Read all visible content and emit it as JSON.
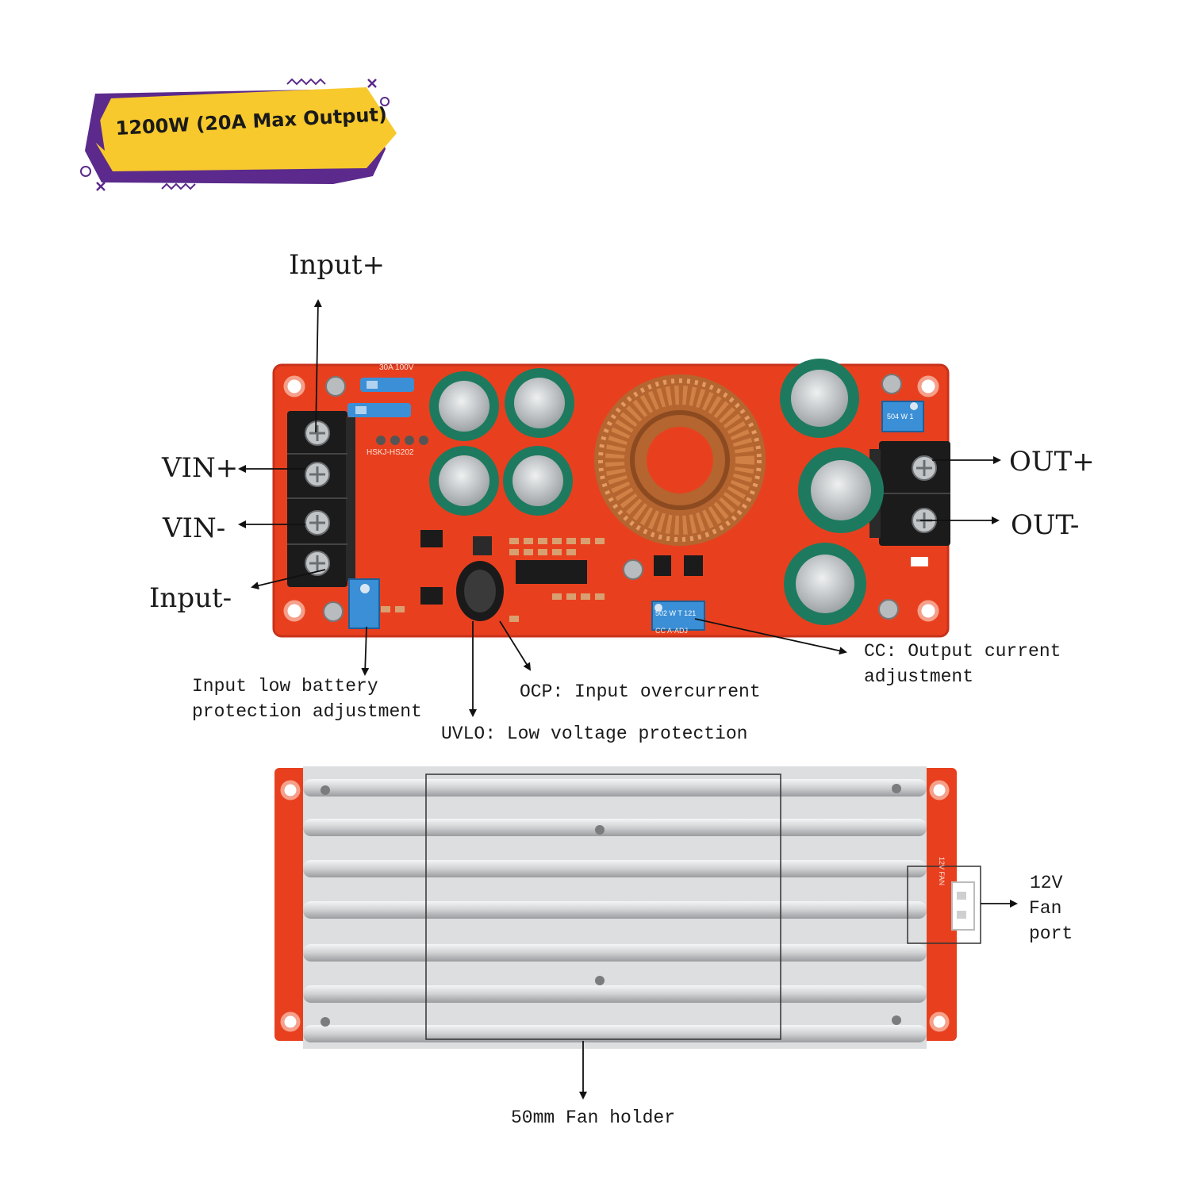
{
  "banner": {
    "text": "1200W (20A Max Output)"
  },
  "labels": {
    "input_plus": "Input+",
    "vin_plus": "VIN+",
    "vin_minus": "VIN-",
    "input_minus": "Input-",
    "out_plus": "OUT+",
    "out_minus": "OUT-",
    "low_battery_line1": "Input low battery",
    "low_battery_line2": "protection adjustment",
    "ocp": "OCP: Input overcurrent",
    "uvlo": "UVLO: Low voltage protection",
    "cc_line1": "CC: Output current",
    "cc_line2": "adjustment",
    "fan_port_line1": "12V",
    "fan_port_line2": "Fan",
    "fan_port_line3": "port",
    "fan_holder": "50mm Fan holder"
  },
  "board_silkscreen": {
    "fuse": "30A 100V",
    "model": "HSKJ-HS202",
    "pot_top": "504 W 1",
    "pot_cc": "502 W T 121",
    "cc_adj": "CC A-ADJ",
    "fan_conn": "12V FAN"
  },
  "colors": {
    "pcb": "#e8401f",
    "pcb_dark": "#c9321a",
    "banner_yellow": "#f7c92c",
    "banner_purple": "#5b2a8c",
    "capacitor": "#1e7a5e",
    "copper": "#c8743a",
    "heatsink": "#d9dadb"
  }
}
